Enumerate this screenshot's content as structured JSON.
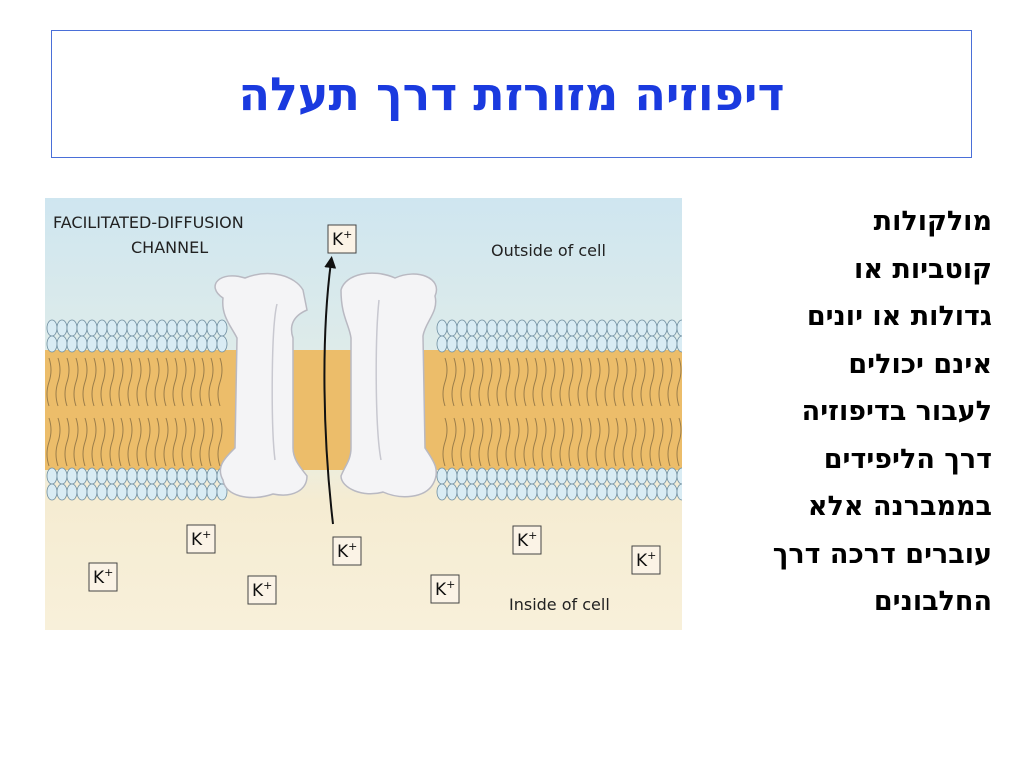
{
  "slide": {
    "title": "דיפוזיה מזורזת דרך תעלה",
    "text_lines": [
      "מולקולות",
      "קוטביות או",
      "גדולות או יונים",
      "אינם יכולים",
      "לעבור בדיפוזיה",
      "דרך הליפידים",
      "בממברנה אלא",
      "עוברים דרכה דרך",
      "החלבונים"
    ]
  },
  "figure": {
    "caption_line1": "FACILITATED-DIFFUSION",
    "caption_line2": "CHANNEL",
    "outside_label": "Outside of cell",
    "inside_label": "Inside of cell",
    "ion_base": "K",
    "ion_charge": "+",
    "colors": {
      "outside": "#cfe6f0",
      "inside": "#f7edd3",
      "lipid_head": "#d9ecf4",
      "lipid_tail": "#ecb75e",
      "protein": "#f4f4f6",
      "title": "#1a3adf"
    }
  }
}
